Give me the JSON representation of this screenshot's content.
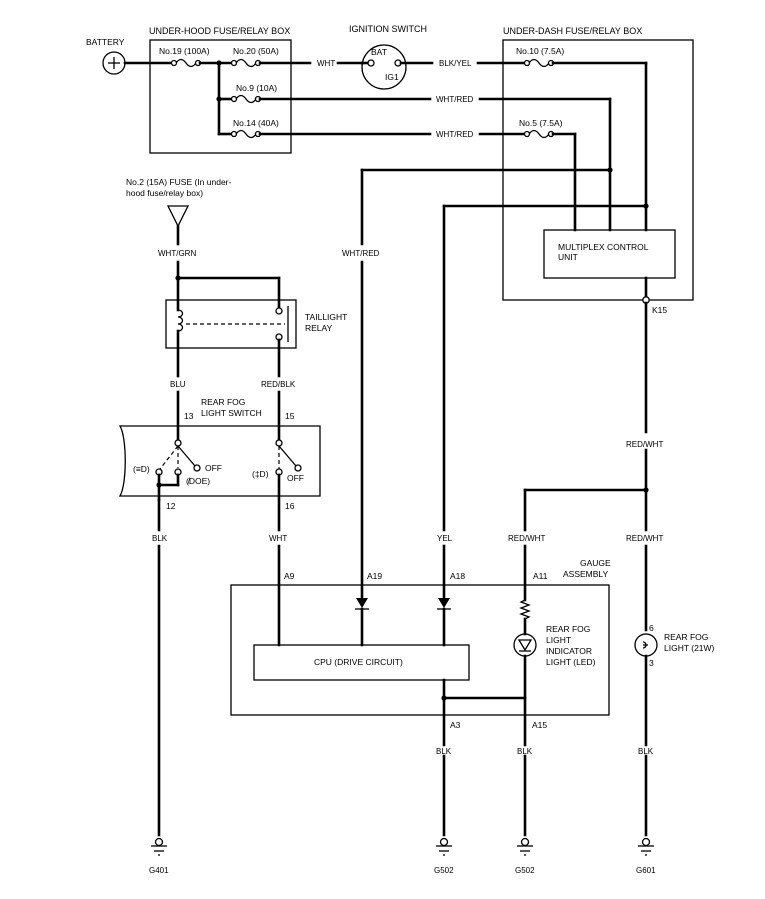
{
  "diagram": {
    "title": "Rear Fog Light Circuit Diagram",
    "components": {
      "battery": "BATTERY",
      "underhood_box": "UNDER-HOOD FUSE/RELAY BOX",
      "ignition_switch": "IGNITION SWITCH",
      "ign_bat": "BAT",
      "ign_ig1": "IG1",
      "underdash_box": "UNDER-DASH FUSE/RELAY BOX",
      "mcu_line1": "MULTIPLEX CONTROL",
      "mcu_line2": "UNIT",
      "fuse2_line1": "No.2 (15A) FUSE (In under-",
      "fuse2_line2": "hood fuse/relay box)",
      "relay_line1": "TAILLIGHT",
      "relay_line2": "RELAY",
      "switch_line1": "REAR FOG",
      "switch_line2": "LIGHT SWITCH",
      "gauge_line1": "GAUGE",
      "gauge_line2": "ASSEMBLY",
      "cpu": "CPU (DRIVE CIRCUIT)",
      "led_line1": "REAR FOG",
      "led_line2": "LIGHT",
      "led_line3": "INDICATOR",
      "led_line4": "LIGHT (LED)",
      "lamp_line1": "REAR FOG",
      "lamp_line2": "LIGHT (21W)",
      "sw_off_1": "OFF",
      "sw_off_2": "OFF",
      "sw_pos_head": "(≡D)",
      "sw_pos_park": "(̸DOE)",
      "sw_pos_fog": "(‡D)"
    },
    "fuses": {
      "f19": "No.19 (100A)",
      "f20": "No.20 (50A)",
      "f9": "No.9 (10A)",
      "f14": "No.14 (40A)",
      "f10": "No.10 (7.5A)",
      "f5": "No.5 (7.5A)"
    },
    "wire_colors": {
      "wht_top": "WHT",
      "blk_yel": "BLK/YEL",
      "wht_red_1": "WHT/RED",
      "wht_red_2": "WHT/RED",
      "wht_red_vert": "WHT/RED",
      "wht_grn": "WHT/GRN",
      "blu": "BLU",
      "red_blk": "RED/BLK",
      "blk_sw": "BLK",
      "wht_sw": "WHT",
      "yel": "YEL",
      "red_wht_led": "RED/WHT",
      "red_wht_upper": "RED/WHT",
      "red_wht_lower": "RED/WHT",
      "blk_a3": "BLK",
      "blk_a15": "BLK",
      "blk_lamp": "BLK"
    },
    "pins": {
      "k15": "K15",
      "p13": "13",
      "p15": "15",
      "p12": "12",
      "p16": "16",
      "a9": "A9",
      "a19": "A19",
      "a18": "A18",
      "a11": "A11",
      "a3": "A3",
      "a15": "A15",
      "l6": "6",
      "l3": "3"
    },
    "grounds": {
      "g401": "G401",
      "g502a": "G502",
      "g502b": "G502",
      "g601": "G601"
    }
  }
}
